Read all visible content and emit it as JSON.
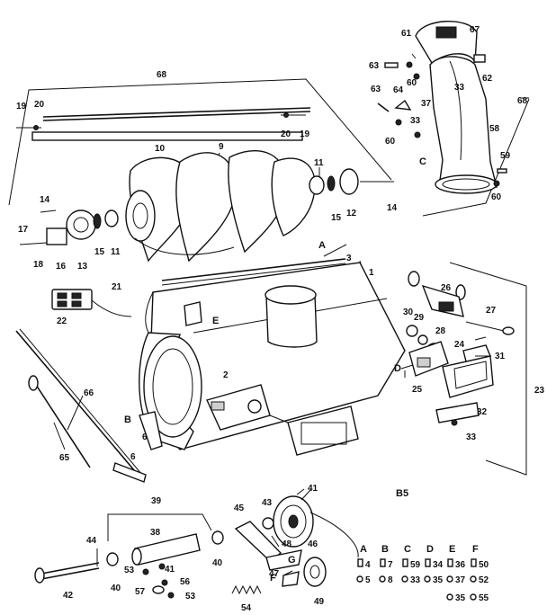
{
  "diagram": {
    "watermark": "B5",
    "callouts": [
      {
        "id": "c1",
        "text": "61"
      },
      {
        "id": "c2",
        "text": "67"
      },
      {
        "id": "c3",
        "text": "68"
      },
      {
        "id": "c4",
        "text": "63"
      },
      {
        "id": "c5",
        "text": "60"
      },
      {
        "id": "c6",
        "text": "62"
      },
      {
        "id": "c7",
        "text": "33"
      },
      {
        "id": "c8",
        "text": "68"
      },
      {
        "id": "c9",
        "text": "63"
      },
      {
        "id": "c10",
        "text": "64"
      },
      {
        "id": "c11",
        "text": "37"
      },
      {
        "id": "c12",
        "text": "33"
      },
      {
        "id": "c13",
        "text": "58"
      },
      {
        "id": "c14",
        "text": "60"
      },
      {
        "id": "c15",
        "text": "C"
      },
      {
        "id": "c16",
        "text": "59"
      },
      {
        "id": "c17",
        "text": "60"
      },
      {
        "id": "c18",
        "text": "19"
      },
      {
        "id": "c19",
        "text": "20"
      },
      {
        "id": "c20",
        "text": "20"
      },
      {
        "id": "c21",
        "text": "19"
      },
      {
        "id": "c22",
        "text": "10"
      },
      {
        "id": "c23",
        "text": "9"
      },
      {
        "id": "c24",
        "text": "11"
      },
      {
        "id": "c25",
        "text": "15"
      },
      {
        "id": "c26",
        "text": "12"
      },
      {
        "id": "c27",
        "text": "14"
      },
      {
        "id": "c28",
        "text": "14"
      },
      {
        "id": "c29",
        "text": "17"
      },
      {
        "id": "c30",
        "text": "18"
      },
      {
        "id": "c31",
        "text": "16"
      },
      {
        "id": "c32",
        "text": "13"
      },
      {
        "id": "c33",
        "text": "15"
      },
      {
        "id": "c34",
        "text": "11"
      },
      {
        "id": "c35",
        "text": "A"
      },
      {
        "id": "c36",
        "text": "3"
      },
      {
        "id": "c37",
        "text": "1"
      },
      {
        "id": "c38",
        "text": "21"
      },
      {
        "id": "c39",
        "text": "22"
      },
      {
        "id": "c40",
        "text": "E"
      },
      {
        "id": "c41",
        "text": "26"
      },
      {
        "id": "c42",
        "text": "27"
      },
      {
        "id": "c43",
        "text": "30"
      },
      {
        "id": "c44",
        "text": "29"
      },
      {
        "id": "c45",
        "text": "28"
      },
      {
        "id": "c46",
        "text": "24"
      },
      {
        "id": "c47",
        "text": "31"
      },
      {
        "id": "c48",
        "text": "D"
      },
      {
        "id": "c49",
        "text": "25"
      },
      {
        "id": "c50",
        "text": "23"
      },
      {
        "id": "c51",
        "text": "32"
      },
      {
        "id": "c52",
        "text": "33"
      },
      {
        "id": "c53",
        "text": "2"
      },
      {
        "id": "c54",
        "text": "66"
      },
      {
        "id": "c55",
        "text": "B"
      },
      {
        "id": "c56",
        "text": "6"
      },
      {
        "id": "c57",
        "text": "65"
      },
      {
        "id": "c58",
        "text": "6"
      },
      {
        "id": "c59",
        "text": "39"
      },
      {
        "id": "c60",
        "text": "44"
      },
      {
        "id": "c61",
        "text": "38"
      },
      {
        "id": "c62",
        "text": "40"
      },
      {
        "id": "c63",
        "text": "41"
      },
      {
        "id": "c64",
        "text": "53"
      },
      {
        "id": "c65",
        "text": "56"
      },
      {
        "id": "c66",
        "text": "42"
      },
      {
        "id": "c67",
        "text": "40"
      },
      {
        "id": "c68",
        "text": "57"
      },
      {
        "id": "c69",
        "text": "53"
      },
      {
        "id": "c70",
        "text": "45"
      },
      {
        "id": "c71",
        "text": "43"
      },
      {
        "id": "c72",
        "text": "41"
      },
      {
        "id": "c73",
        "text": "48"
      },
      {
        "id": "c74",
        "text": "46"
      },
      {
        "id": "c75",
        "text": "G"
      },
      {
        "id": "c76",
        "text": "F"
      },
      {
        "id": "c77",
        "text": "47"
      },
      {
        "id": "c78",
        "text": "49"
      },
      {
        "id": "c79",
        "text": "54"
      },
      {
        "id": "c80",
        "text": "B5"
      }
    ],
    "hardware_table": {
      "headers": [
        "A",
        "B",
        "C",
        "D",
        "E",
        "F"
      ],
      "row1": [
        "4",
        "7",
        "59",
        "34",
        "36",
        "50"
      ],
      "row2": [
        "5",
        "8",
        "33",
        "35",
        "37",
        "52"
      ],
      "row3": [
        "",
        "",
        "",
        "",
        "35",
        "55"
      ]
    }
  }
}
